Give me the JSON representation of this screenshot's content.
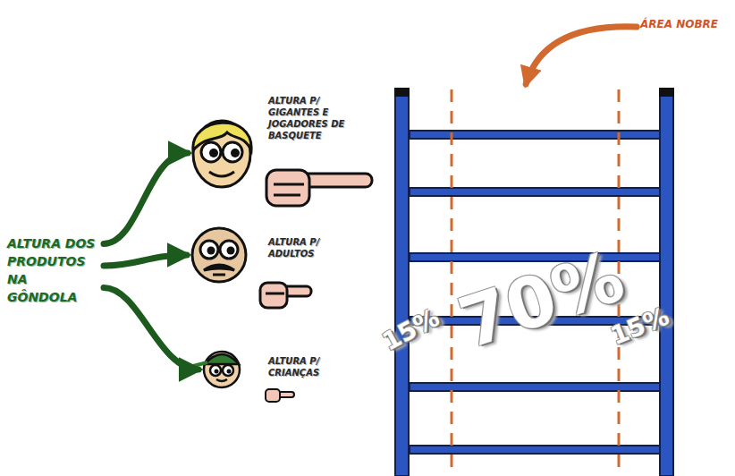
{
  "diagram": {
    "nodes": [
      {
        "text": [
          "ALTURA DOS PRODUTOS NA GÔNDOLA"
        ]
      },
      {
        "text": [
          "ALTURA P/ GIGANTES E JOGADORES DE BASQUETE"
        ]
      },
      {
        "text": [
          "ALTURA P/ ADULTOS"
        ]
      },
      {
        "text": [
          "ALTURA P/ CRIANÇAS"
        ]
      },
      {
        "text": [
          "ÁREA NOBRE"
        ]
      },
      {
        "text": [
          "15%",
          "70%",
          "15%"
        ]
      }
    ],
    "edges": [
      {
        "from": 0,
        "to": 1,
        "arrow": "to"
      },
      {
        "from": 0,
        "to": 2,
        "arrow": "to"
      },
      {
        "from": 0,
        "to": 3,
        "arrow": "to"
      },
      {
        "from": 4,
        "to": 5,
        "arrow": "to"
      }
    ]
  }
}
